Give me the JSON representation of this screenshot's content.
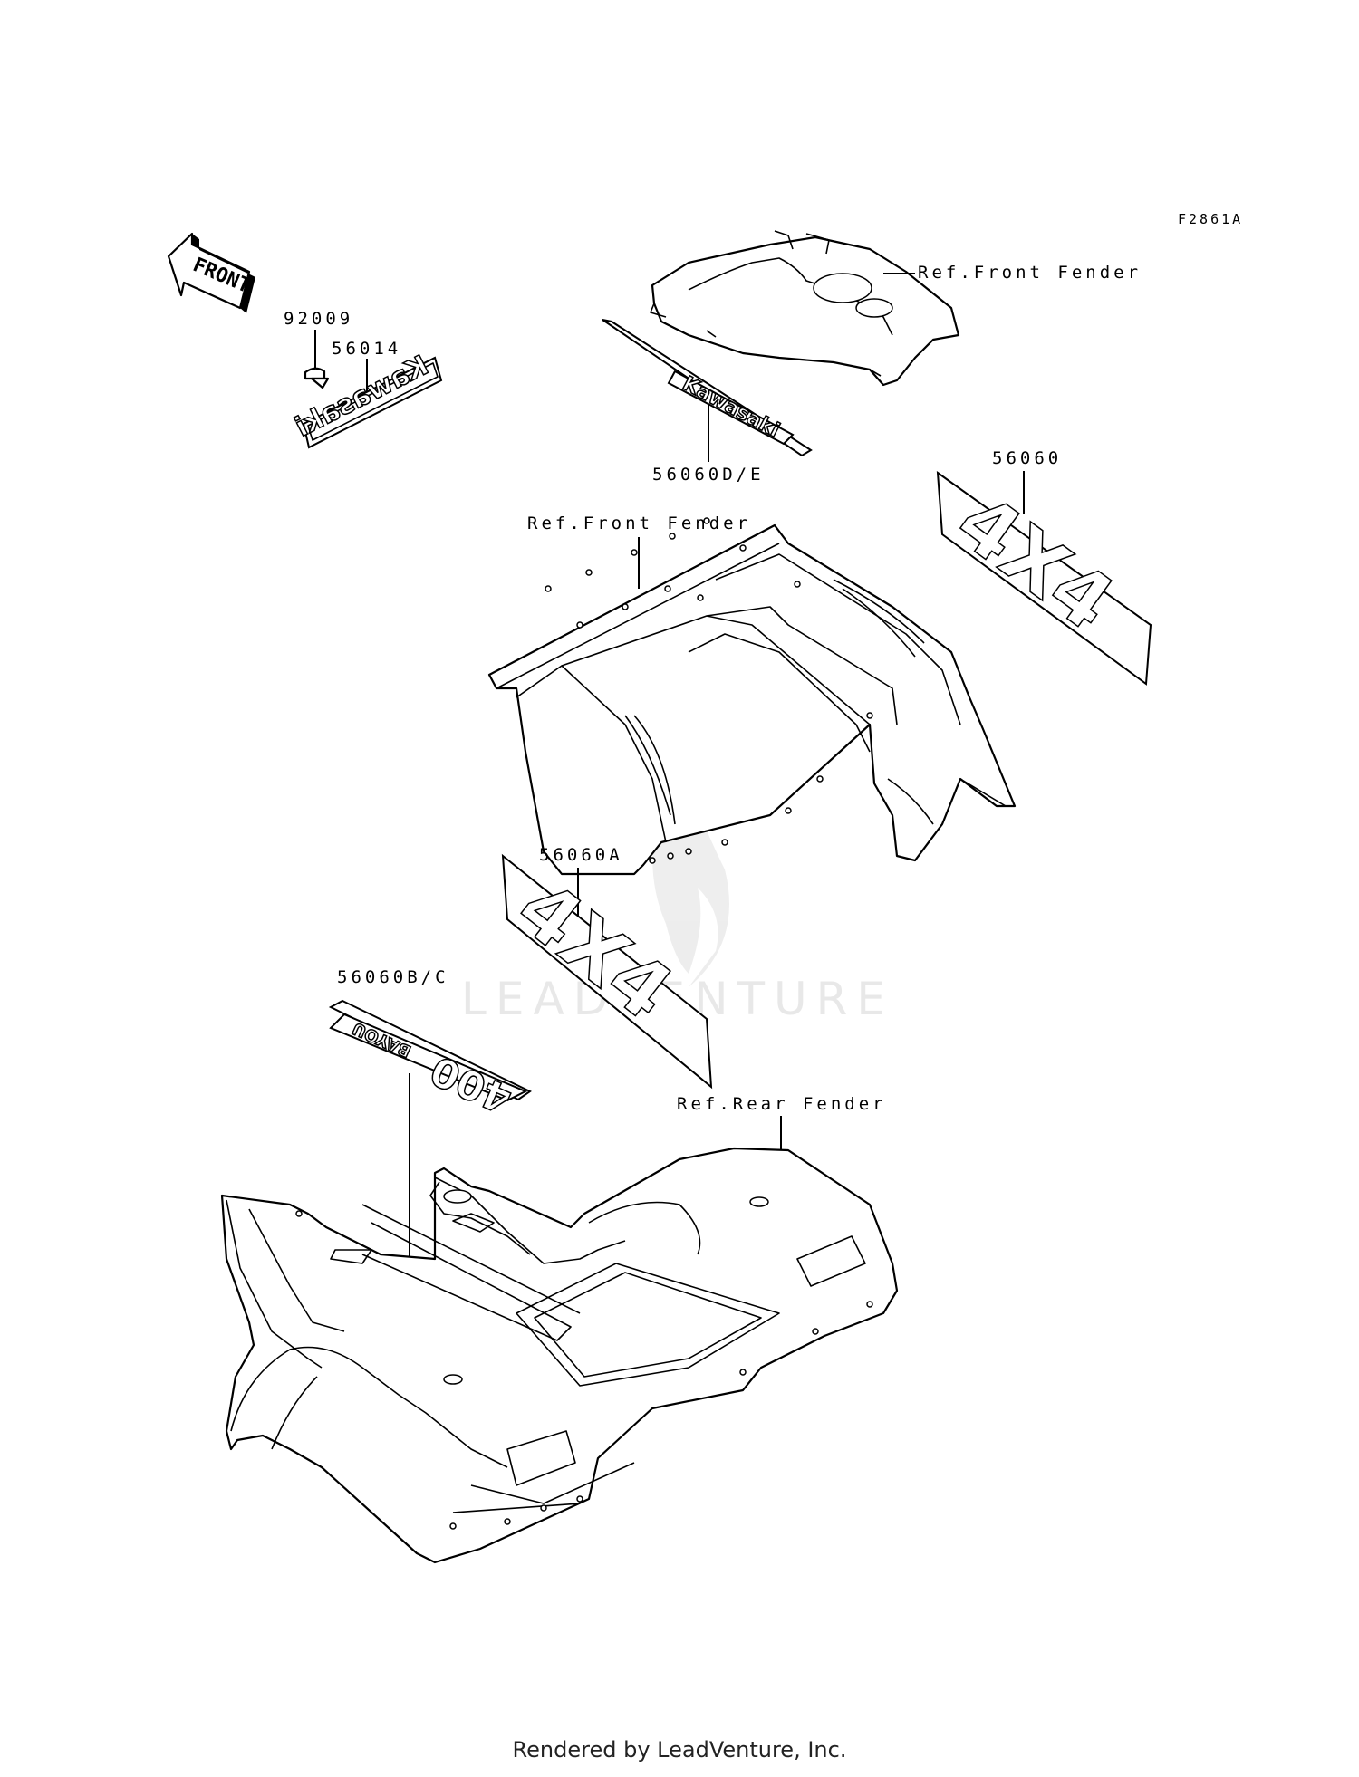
{
  "figure_id": "F2861A",
  "front_arrow": {
    "text": "FRONT",
    "icon": "front-arrow-icon"
  },
  "watermark": "LEADVENTURE",
  "parts": [
    {
      "number": "92009"
    },
    {
      "number": "56014"
    },
    {
      "number": "56060D/E"
    },
    {
      "number": "56060"
    },
    {
      "number": "56060A"
    },
    {
      "number": "56060B/C"
    }
  ],
  "references": {
    "front_fender_upper": "Ref.Front Fender",
    "front_fender_main": "Ref.Front Fender",
    "rear_fender": "Ref.Rear Fender"
  },
  "decal_text": {
    "kawasaki_emblem": "Kawasaki",
    "side_stripe": "Kawasaki",
    "model_badge_small": "BAYOU",
    "model_badge_number": "400",
    "four_by_four": "4X4"
  },
  "footer": "Rendered by LeadVenture, Inc."
}
